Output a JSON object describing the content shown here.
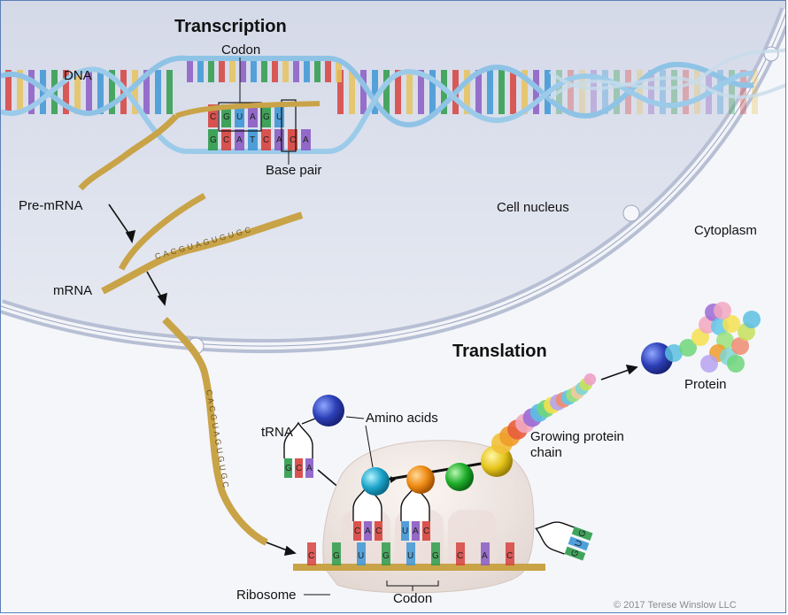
{
  "titles": {
    "transcription": "Transcription",
    "translation": "Translation"
  },
  "labels": {
    "dna": "DNA",
    "codon_top": "Codon",
    "base_pair": "Base pair",
    "pre_mrna": "Pre-mRNA",
    "mrna": "mRNA",
    "cell_nucleus": "Cell nucleus",
    "cytoplasm": "Cytoplasm",
    "amino_acids": "Amino acids",
    "trna": "tRNA",
    "growing_chain_line1": "Growing protein",
    "growing_chain_line2": "chain",
    "protein": "Protein",
    "ribosome": "Ribosome",
    "codon_bottom": "Codon"
  },
  "sequences": {
    "pre_mrna": "CACGUAGUGUGC",
    "mrna_strand": "CACGUAGUGUGC"
  },
  "dna_bases": {
    "top": [
      "C",
      "G",
      "U",
      "A",
      "G",
      "U"
    ],
    "bottom": [
      "G",
      "C",
      "A",
      "T",
      "C",
      "A",
      "C",
      "A"
    ]
  },
  "ribosome_bases": {
    "strand": [
      "C",
      "G",
      "U",
      "G",
      "U",
      "G",
      "C",
      "A",
      "C"
    ],
    "anticodon_1": [
      "C",
      "A",
      "C"
    ],
    "anticodon_2": [
      "U",
      "A",
      "C"
    ],
    "trna_free": [
      "G",
      "C",
      "A"
    ],
    "trna_exit": [
      "G",
      "U",
      "G"
    ]
  },
  "copyright": "© 2017 Terese Winslow LLC",
  "colors": {
    "adenine": "#8a5cc4",
    "guanine": "#2e9b4a",
    "cytosine": "#d6423e",
    "uracil_thymine": "#3d97d6",
    "mrna": "#c9a347",
    "dna_backbone": "#8fc3e6",
    "nucleus": "#dde2ee",
    "cytoplasm": "#f4f5f9"
  }
}
